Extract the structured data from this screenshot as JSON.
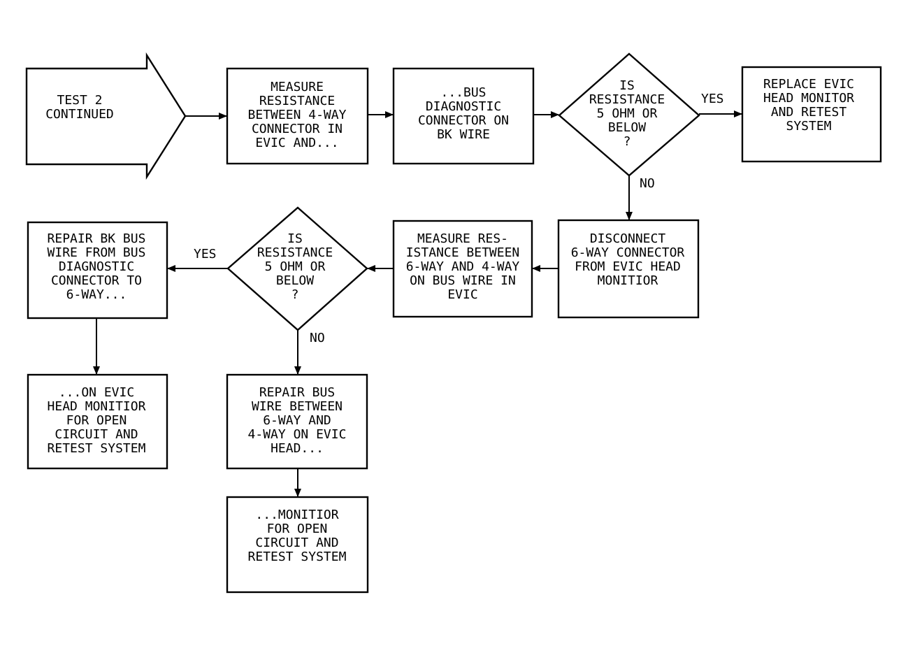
{
  "diagram": {
    "title": "",
    "start": {
      "lines": [
        "TEST 2",
        "CONTINUED"
      ]
    },
    "boxes": {
      "measure_4way": {
        "lines": [
          "MEASURE",
          "RESISTANCE",
          "BETWEEN 4-WAY",
          "CONNECTOR IN",
          "EVIC AND..."
        ]
      },
      "bus_diag": {
        "lines": [
          "...BUS",
          "DIAGNOSTIC",
          "CONNECTOR ON",
          "BK WIRE"
        ]
      },
      "replace_evic": {
        "lines": [
          "REPLACE EVIC",
          "HEAD MONITOR",
          "AND RETEST",
          "SYSTEM"
        ]
      },
      "disconnect_6way": {
        "lines": [
          "DISCONNECT",
          "6-WAY CONNECTOR",
          "FROM EVIC HEAD",
          "MONITIOR"
        ]
      },
      "measure_6way": {
        "lines": [
          "MEASURE RES-",
          "ISTANCE BETWEEN",
          "6-WAY AND 4-WAY",
          "ON BUS WIRE IN",
          "EVIC"
        ]
      },
      "repair_bk": {
        "lines": [
          "REPAIR BK BUS",
          "WIRE FROM BUS",
          "DIAGNOSTIC",
          "CONNECTOR TO",
          "6-WAY..."
        ]
      },
      "on_evic": {
        "lines": [
          "...ON EVIC",
          "HEAD MONITIOR",
          "FOR OPEN",
          "CIRCUIT AND",
          "RETEST SYSTEM"
        ]
      },
      "repair_bus": {
        "lines": [
          "REPAIR BUS",
          "WIRE BETWEEN",
          "6-WAY AND",
          "4-WAY ON EVIC",
          "HEAD..."
        ]
      },
      "monitior": {
        "lines": [
          "...MONITIOR",
          "FOR OPEN",
          "CIRCUIT AND",
          "RETEST SYSTEM"
        ]
      }
    },
    "decisions": {
      "d1": {
        "lines": [
          "IS",
          "RESISTANCE",
          "5 OHM OR",
          "BELOW",
          "?"
        ]
      },
      "d2": {
        "lines": [
          "IS",
          "RESISTANCE",
          "5 OHM OR",
          "BELOW",
          "?"
        ]
      }
    },
    "labels": {
      "d1_yes": "YES",
      "d1_no": "NO",
      "d2_yes": "YES",
      "d2_no": "NO"
    }
  }
}
